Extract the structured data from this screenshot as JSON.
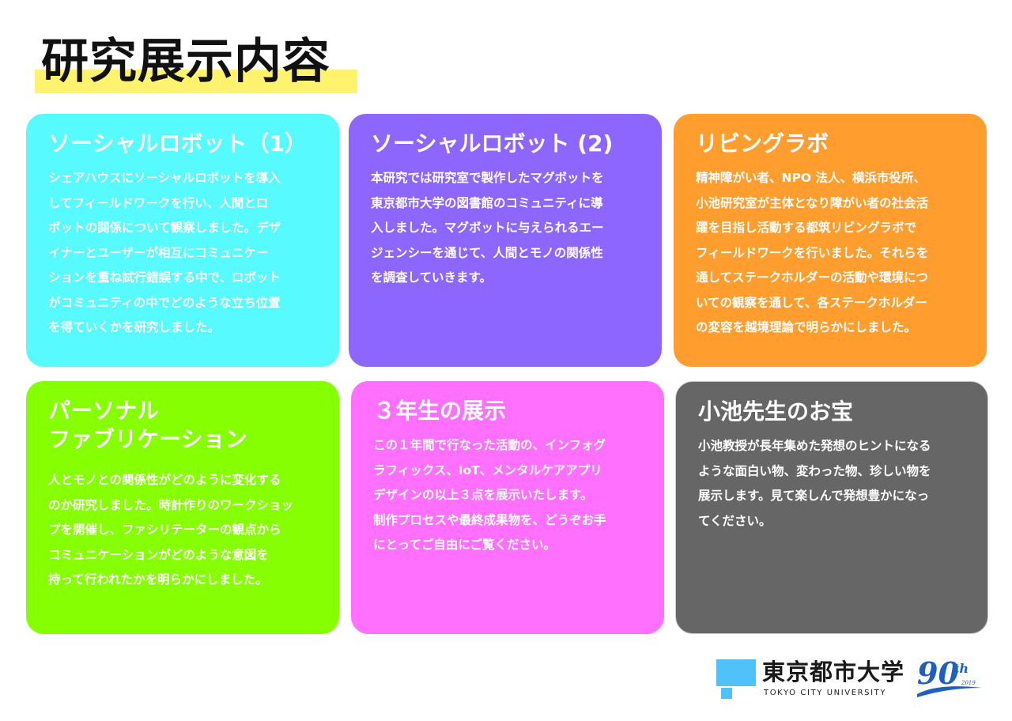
{
  "page": {
    "title": "研究展示内容"
  },
  "colors": {
    "title_highlight": "#fff36e",
    "card_social_robot_1": "#57fbff",
    "card_social_robot_2": "#8c66ff",
    "card_living_lab": "#ff9e2e",
    "card_personal_fab": "#86ff02",
    "card_third_year": "#ff70ff",
    "card_koike_treasure": "#666666",
    "logo_mark": "#4fc3f7",
    "anniversary": "#1f5fbf"
  },
  "cards": [
    {
      "title": "ソーシャルロボット（1）",
      "body": "シェアハウスにソーシャルロボットを導入\nしてフィールドワークを行い、人間とロ\nボットの関係について観察しました。デザ\nイナーとユーザーが相互にコミュニケー\nションを重ね試行錯誤する中で、ロボット\nがコミュニティの中でどのような立ち位置\nを得ていくかを研究しました。"
    },
    {
      "title": "ソーシャルロボット (2)",
      "body": "本研究では研究室で製作したマグボットを\n東京都市大学の図書館のコミュニティに導\n入しました。マグボットに与えられるエー\nジェンシーを通じて、人間とモノの関係性\nを調査していきます。"
    },
    {
      "title": "リビングラボ",
      "body": "精神障がい者、NPO 法人、横浜市役所、\n小池研究室が主体となり障がい者の社会活\n躍を目指し活動する都筑リビングラボで\nフィールドワークを行いました。それらを\n通してステークホルダーの活動や環境につ\nいての観察を通して、各ステークホルダー\nの変容を越境理論で明らかにしました。"
    },
    {
      "title": "パーソナル\nファブリケーション",
      "body": "人とモノとの関係性がどのように変化する\nのか研究しました。時計作りのワークショッ\nプを開催し、ファシリテーターの観点から\nコミュニケーションがどのような意図を\n持って行われたかを明らかにしました。"
    },
    {
      "title": "３年生の展示",
      "body": "この１年間で行なった活動の、インフォグ\nラフィックス、IoT、メンタルケアアプリ\nデザインの以上３点を展示いたします。\n制作プロセスや最終成果物を、どうぞお手\nにとってご自由にご覧ください。"
    },
    {
      "title": "小池先生のお宝",
      "body": "小池教授が長年集めた発想のヒントになる\nような面白い物、変わった物、珍しい物を\n展示します。見て楽しんで発想豊かになっ\nてください。"
    }
  ],
  "footer": {
    "university_name": "東京都市大学",
    "university_name_en": "TOKYO CITY UNIVERSITY",
    "anniversary_number": "90",
    "anniversary_suffix": "th",
    "anniversary_year": "2019",
    "logo_icon": "university-logo-mark"
  }
}
